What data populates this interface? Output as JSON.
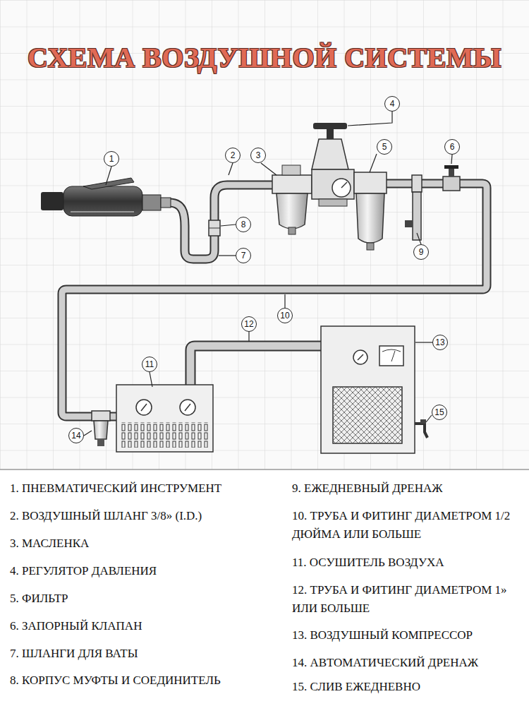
{
  "diagram": {
    "title": "СХЕМА ВОЗДУШНОЙ СИСТЕМЫ",
    "nodes": [
      {
        "text": [
          "1"
        ]
      },
      {
        "text": [
          "2"
        ]
      },
      {
        "text": [
          "3"
        ]
      },
      {
        "text": [
          "4"
        ]
      },
      {
        "text": [
          "5"
        ]
      },
      {
        "text": [
          "6"
        ]
      },
      {
        "text": [
          "7"
        ]
      },
      {
        "text": [
          "8"
        ]
      },
      {
        "text": [
          "9"
        ]
      },
      {
        "text": [
          "10"
        ]
      },
      {
        "text": [
          "11"
        ]
      },
      {
        "text": [
          "12"
        ]
      },
      {
        "text": [
          "13"
        ]
      },
      {
        "text": [
          "14"
        ]
      },
      {
        "text": [
          "15"
        ]
      }
    ],
    "labels": [
      "1. ПНЕВМАТИЧЕСКИЙ ИНСТРУМЕНТ",
      "2. ВОЗДУШНЫЙ ШЛАНГ 3/8» (I.D.)",
      "3. МАСЛЕНКА",
      "4. РЕГУЛЯТОР ДАВЛЕНИЯ",
      "5. ФИЛЬТР",
      "6. ЗАПОРНЫЙ КЛАПАН",
      "7. ШЛАНГИ ДЛЯ ВАТЫ",
      "8. КОРПУС МУФТЫ И СОЕДИНИТЕЛЬ",
      "9. ЕЖЕДНЕВНЫЙ ДРЕНАЖ",
      "10. ТРУБА И ФИТИНГ ДИАМЕТРОМ 1/2 ДЮЙМА ИЛИ БОЛЬШЕ",
      "11. ОСУШИТЕЛЬ ВОЗДУХА",
      "12. ТРУБА И ФИТИНГ ДИАМЕТРОМ 1» ИЛИ БОЛЬШЕ",
      "13. ВОЗДУШНЫЙ КОМПРЕССОР",
      "14. АВТОМАТИЧЕСКИЙ ДРЕНАЖ",
      "15. СЛИВ ЕЖЕДНЕВНО"
    ]
  }
}
